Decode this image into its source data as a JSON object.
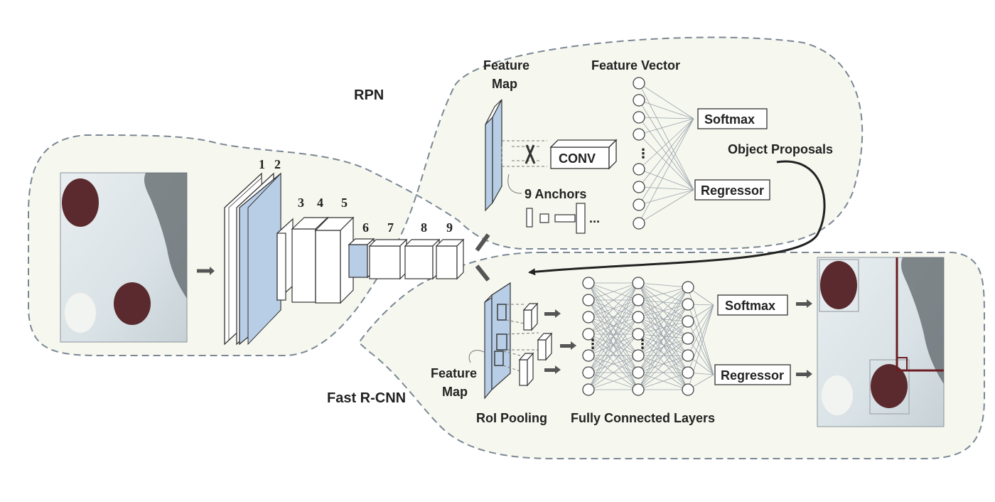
{
  "labels": {
    "rpn": "RPN",
    "fast_rcnn": "Fast R-CNN",
    "rpn_feature_map_line1": "Feature",
    "rpn_feature_map_line2": "Map",
    "feature_vector": "Feature Vector",
    "conv": "CONV",
    "anchors": "9 Anchors",
    "anchor_ellipsis": "...",
    "rpn_softmax": "Softmax",
    "rpn_regressor": "Regressor",
    "object_proposals": "Object Proposals",
    "frcnn_feature_map_line1": "Feature",
    "frcnn_feature_map_line2": "Map",
    "roi_pooling": "RoI Pooling",
    "fully_connected_layers": "Fully Connected Layers",
    "frcnn_softmax": "Softmax",
    "frcnn_regressor": "Regressor",
    "fc_ellipsis": "⋮"
  },
  "backbone_layers": [
    "1",
    "2",
    "3",
    "4",
    "5",
    "6",
    "7",
    "8",
    "9"
  ],
  "colors": {
    "region_fill": "#f6f8ef",
    "region_stroke": "#7b8794",
    "layer_fill": "#ffffff",
    "layer_highlight": "#b8cde6",
    "arrow": "#555555",
    "proposal_arrow": "#222222",
    "photo_bg": "#dfe6e8",
    "blob": "#5a2a2e",
    "bbox": "#6a1d22"
  }
}
